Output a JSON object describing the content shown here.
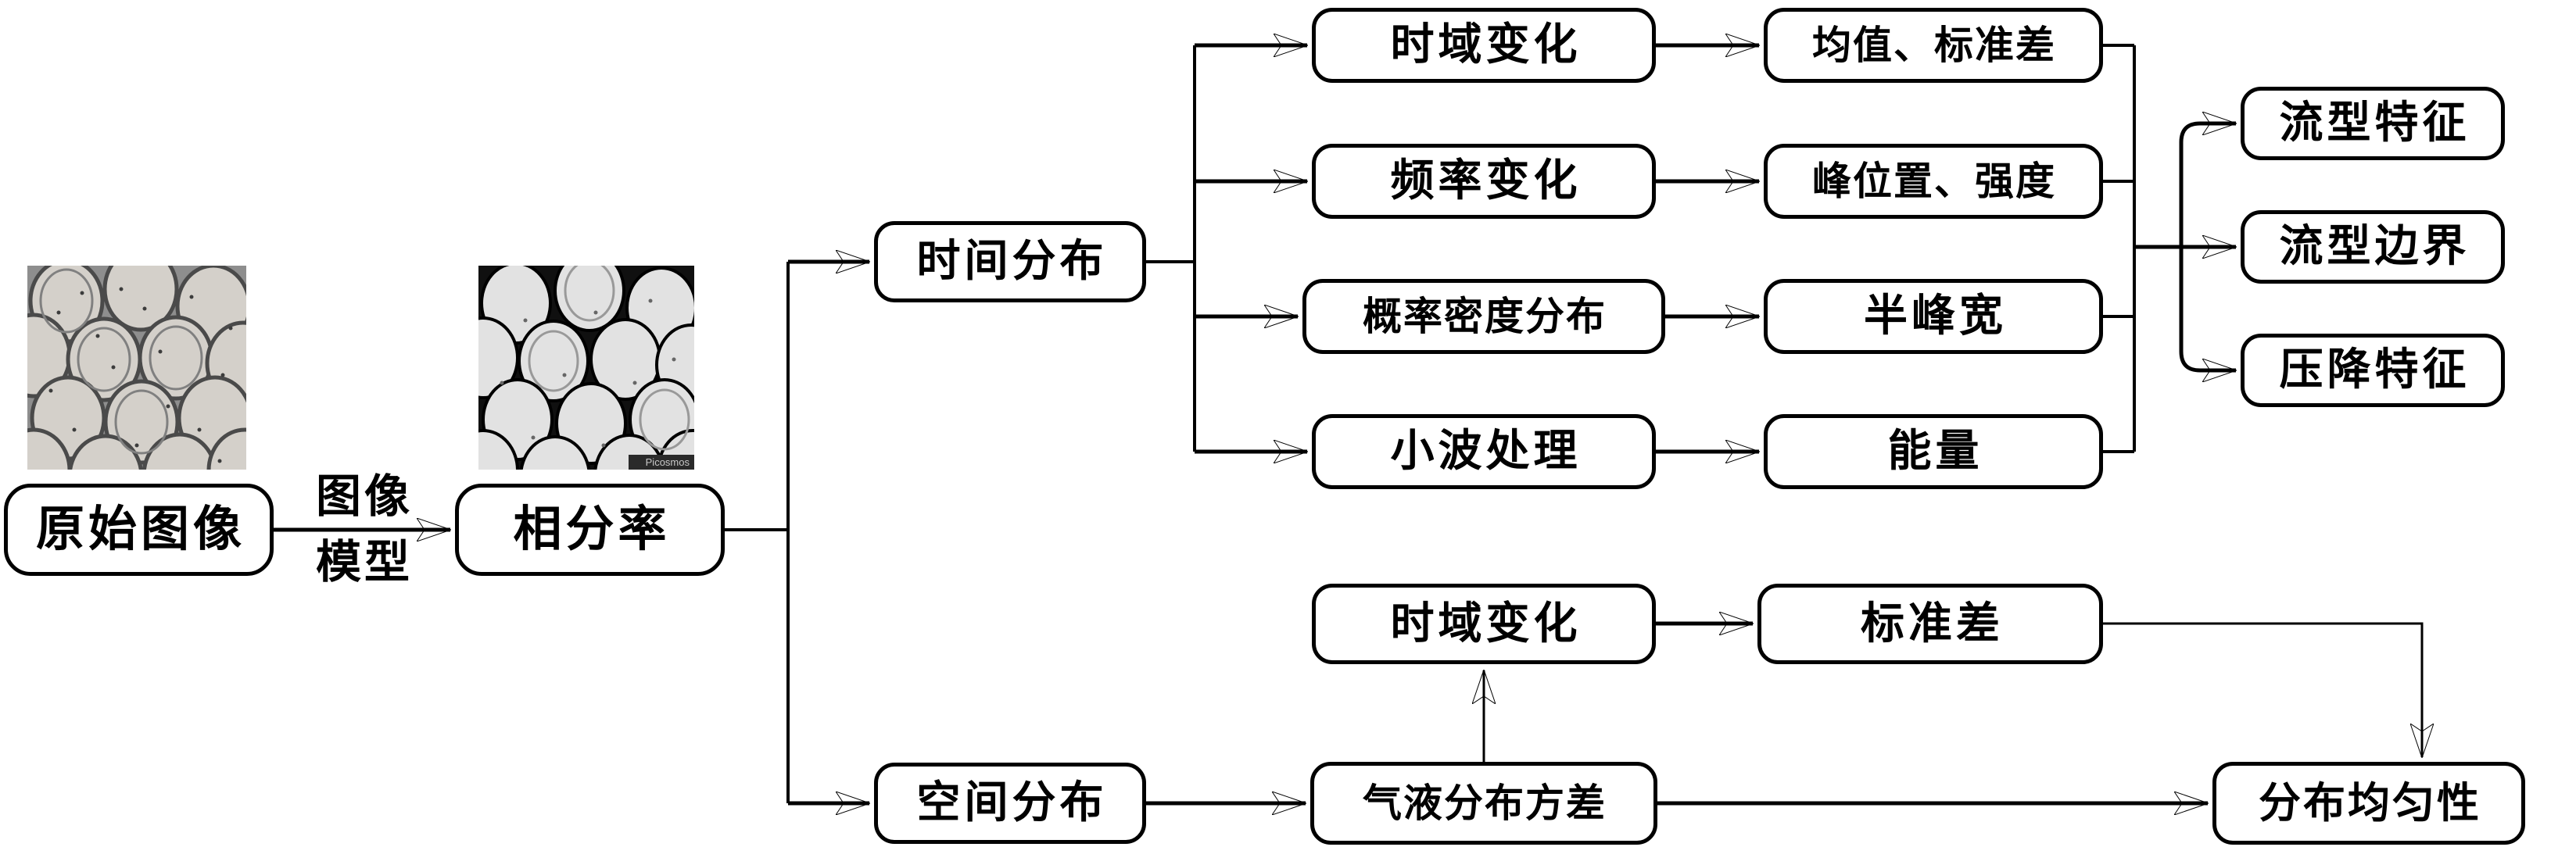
{
  "diagram": {
    "nodes": {
      "original_image": {
        "label": "原始图像"
      },
      "phase_fraction": {
        "label": "相分率"
      },
      "time_distribution": {
        "label": "时间分布"
      },
      "space_distribution": {
        "label": "空间分布"
      },
      "time_domain_change_top": {
        "label": "时域变化"
      },
      "frequency_change": {
        "label": "频率变化"
      },
      "probability_density": {
        "label": "概率密度分布"
      },
      "wavelet_processing": {
        "label": "小波处理"
      },
      "mean_std": {
        "label": "均值、标准差"
      },
      "peak_position_intensity": {
        "label": "峰位置、强度"
      },
      "half_peak_width": {
        "label": "半峰宽"
      },
      "energy": {
        "label": "能量"
      },
      "flow_pattern_feature": {
        "label": "流型特征"
      },
      "flow_pattern_boundary": {
        "label": "流型边界"
      },
      "pressure_drop_feature": {
        "label": "压降特征"
      },
      "time_domain_change_bottom": {
        "label": "时域变化"
      },
      "standard_deviation": {
        "label": "标准差"
      },
      "gas_liquid_variance": {
        "label": "气液分布方差"
      },
      "distribution_uniformity": {
        "label": "分布均匀性"
      }
    },
    "edge_label": {
      "line1": "图像",
      "line2": "模型"
    },
    "photo_watermark": "Picosmos",
    "edges": [
      {
        "from": "original_image",
        "to": "phase_fraction",
        "label": "图像模型"
      },
      {
        "from": "phase_fraction",
        "to": "time_distribution"
      },
      {
        "from": "phase_fraction",
        "to": "space_distribution"
      },
      {
        "from": "time_distribution",
        "to": "time_domain_change_top"
      },
      {
        "from": "time_distribution",
        "to": "frequency_change"
      },
      {
        "from": "time_distribution",
        "to": "probability_density"
      },
      {
        "from": "time_distribution",
        "to": "wavelet_processing"
      },
      {
        "from": "time_domain_change_top",
        "to": "mean_std"
      },
      {
        "from": "frequency_change",
        "to": "peak_position_intensity"
      },
      {
        "from": "probability_density",
        "to": "half_peak_width"
      },
      {
        "from": "wavelet_processing",
        "to": "energy"
      },
      {
        "from": [
          "mean_std",
          "peak_position_intensity",
          "half_peak_width",
          "energy"
        ],
        "to": [
          "flow_pattern_feature",
          "flow_pattern_boundary",
          "pressure_drop_feature"
        ]
      },
      {
        "from": "space_distribution",
        "to": "gas_liquid_variance"
      },
      {
        "from": "gas_liquid_variance",
        "to": "time_domain_change_bottom"
      },
      {
        "from": "time_domain_change_bottom",
        "to": "standard_deviation"
      },
      {
        "from": "standard_deviation",
        "to": "distribution_uniformity"
      },
      {
        "from": "gas_liquid_variance",
        "to": "distribution_uniformity"
      }
    ],
    "colors": {
      "line": "#000000",
      "box_fill": "#ffffff",
      "text": "#000000",
      "background": "#ffffff"
    }
  }
}
